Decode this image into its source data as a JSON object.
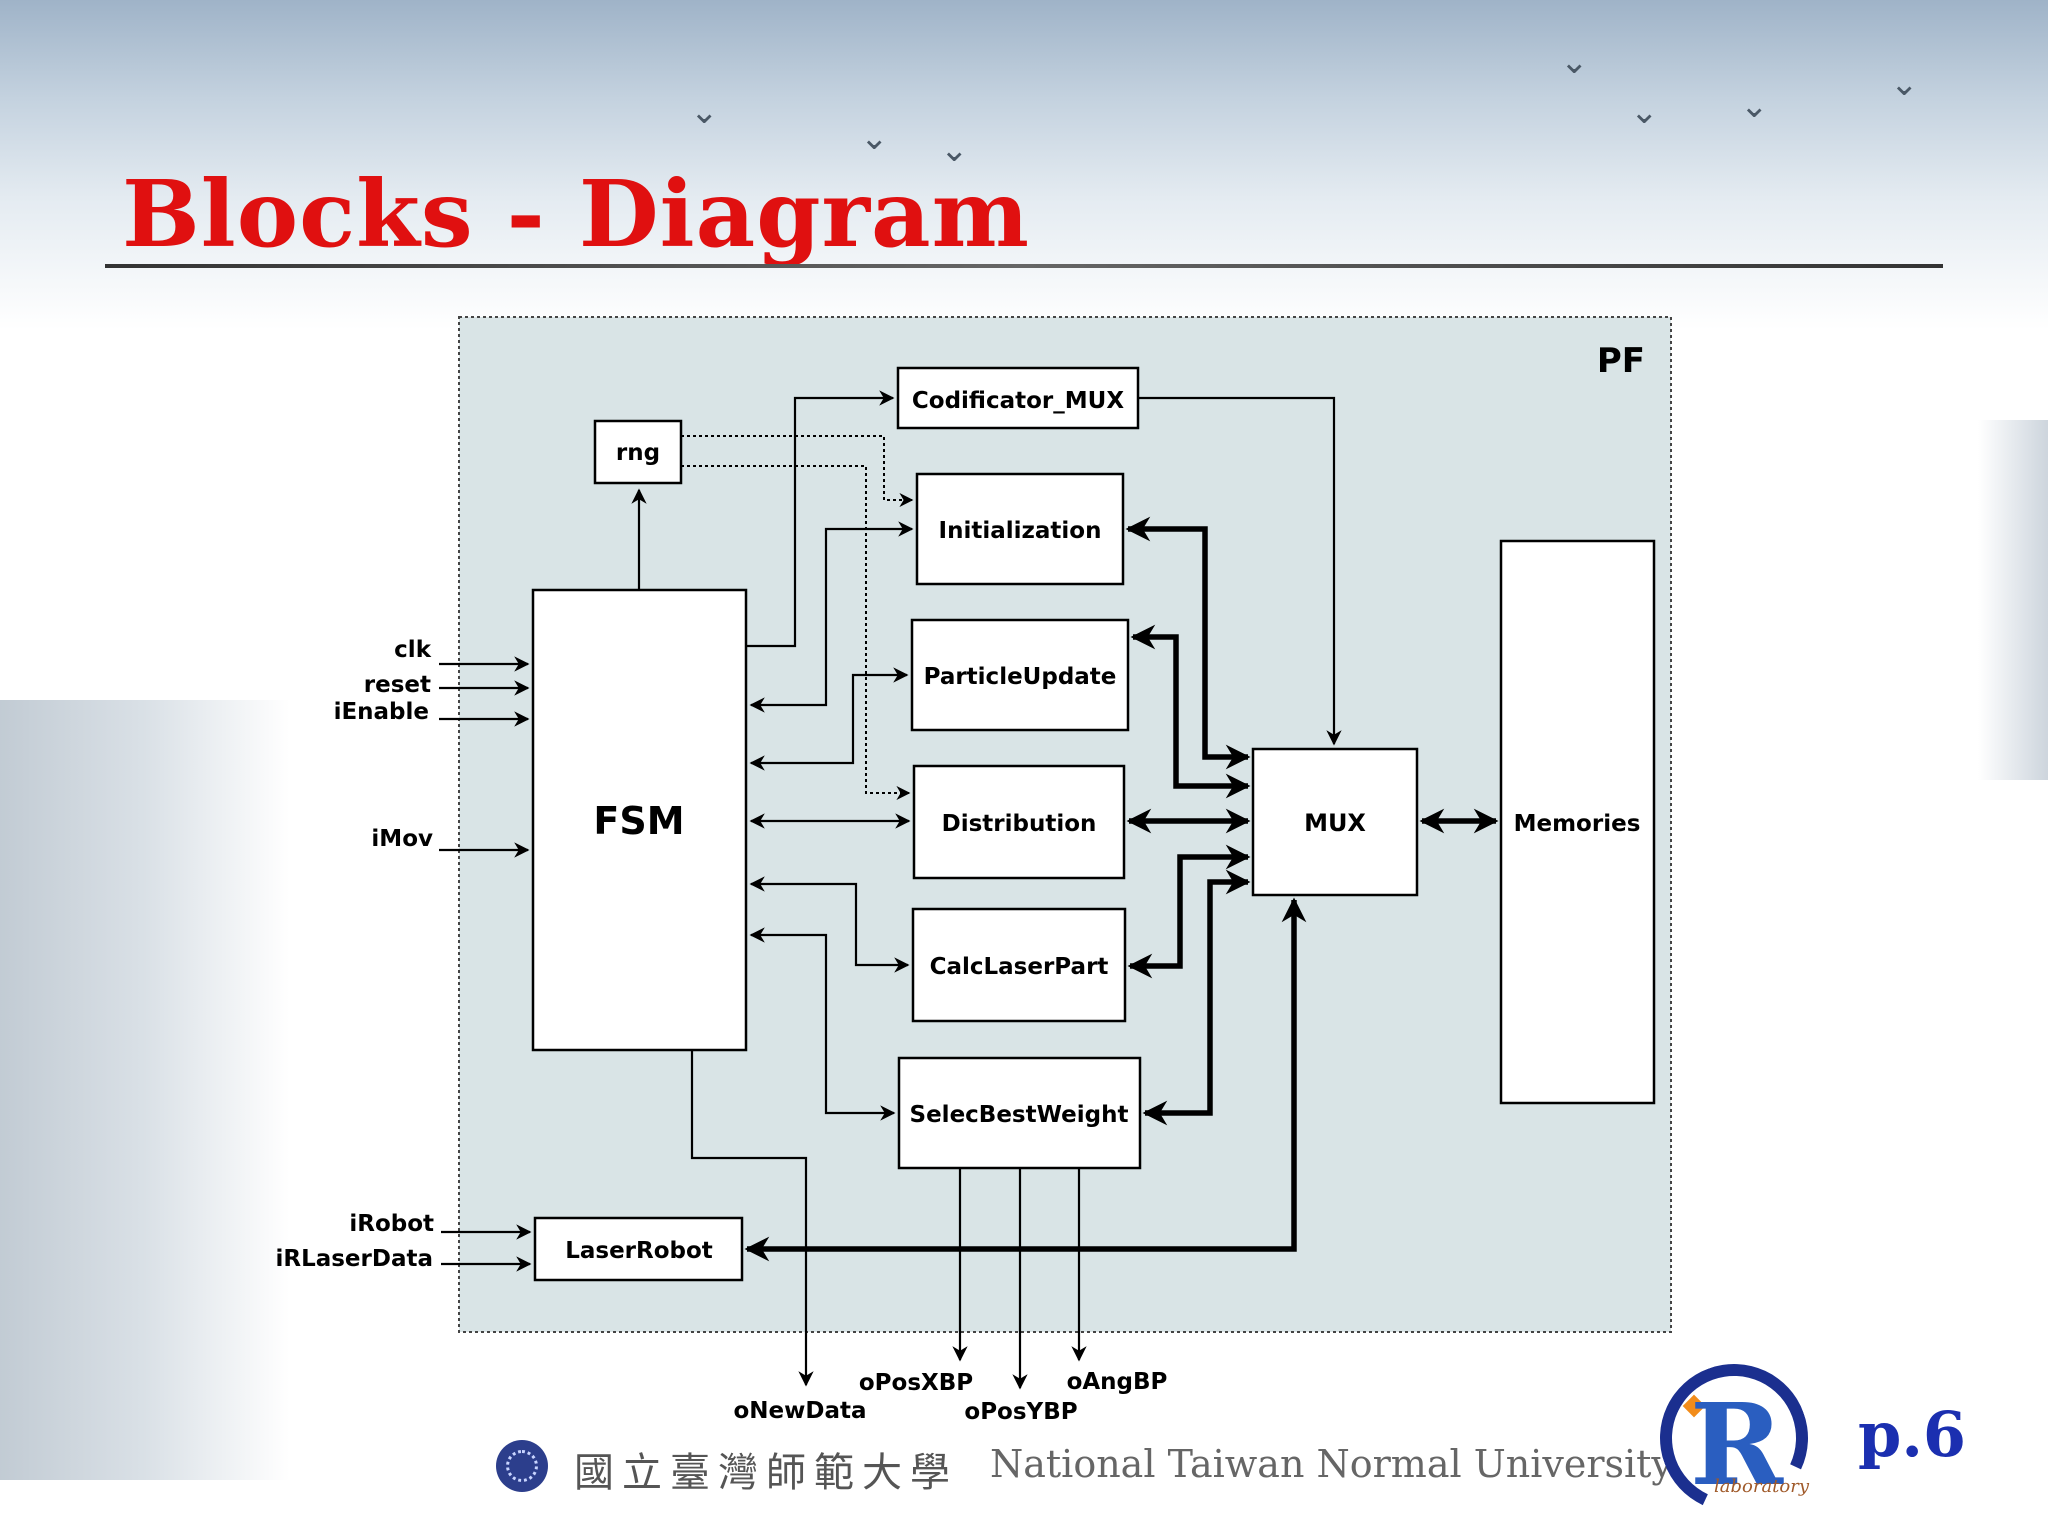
{
  "slide": {
    "title": "Blocks - Diagram",
    "page_number": "p.6"
  },
  "diagram": {
    "container_label": "PF",
    "blocks": {
      "codificator_mux": "Codificator_MUX",
      "rng": "rng",
      "initialization": "Initialization",
      "particle_update": "ParticleUpdate",
      "distribution": "Distribution",
      "calc_laser_part": "CalcLaserPart",
      "selec_best_weight": "SelecBestWeight",
      "fsm": "FSM",
      "mux": "MUX",
      "memories": "Memories",
      "laser_robot": "LaserRobot"
    },
    "inputs": {
      "clk": "clk",
      "reset": "reset",
      "ienable": "iEnable",
      "imov": "iMov",
      "irobot": "iRobot",
      "irlaserdata": "iRLaserData"
    },
    "outputs": {
      "onewdata": "oNewData",
      "oposxbp": "oPosXBP",
      "oposybp": "oPosYBP",
      "oangbp": "oAngBP"
    }
  },
  "footer": {
    "university_cn": "國立臺灣師範大學",
    "university_en": "National Taiwan Normal University",
    "logo_word": "laboratory"
  }
}
